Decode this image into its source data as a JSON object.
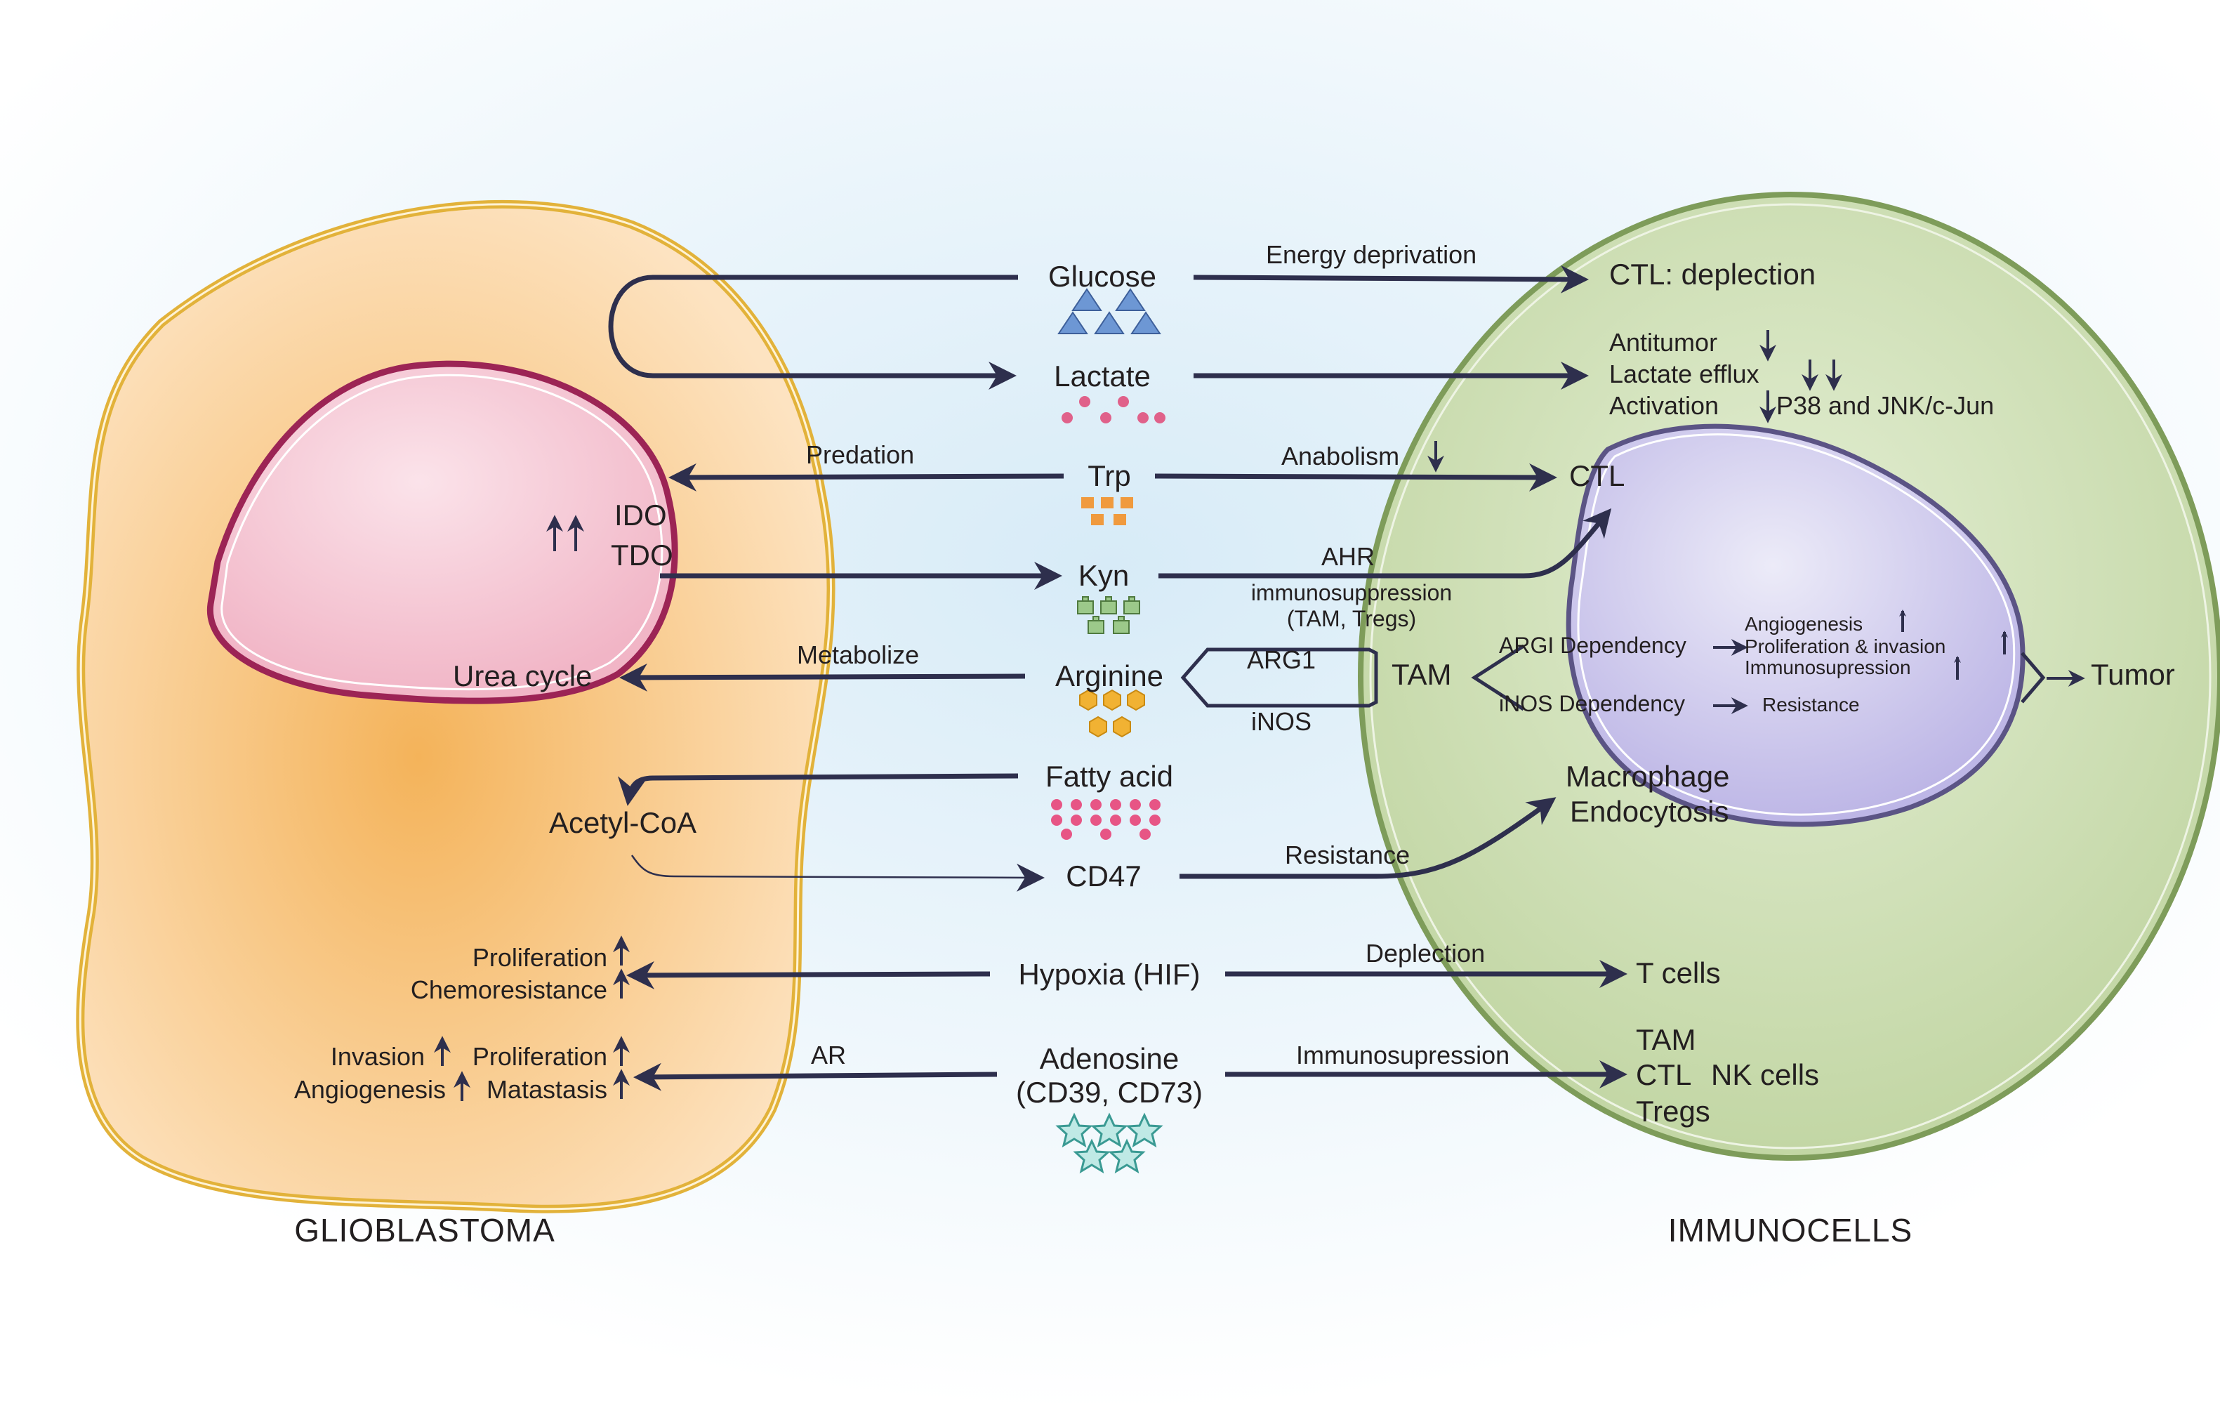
{
  "colors": {
    "background_center": "#d7ebf7",
    "glioblastoma_fill": "#f8c784",
    "glioblastoma_border": "#e2b23a",
    "nucleus_fill": "#f3c1cf",
    "nucleus_border": "#9c2455",
    "immunocell_fill": "#c9dbb0",
    "immunocell_border": "#7e9c5a",
    "tumor_nucleus_fill": "#c9c4ec",
    "arrow": "#2e2f4d",
    "glucose_icon": "#6d97d4",
    "lactate_icon": "#e0618a",
    "trp_icon": "#f09a3e",
    "kyn_icon": "#9cc98a",
    "arginine_icon": "#f1b233",
    "fatty_acid_icon": "#e75585",
    "adenosine_icon": "#7fcfc9"
  },
  "labels": {
    "glioblastoma": "GLIOBLASTOMA",
    "immunocells": "IMMUNOCELLS"
  },
  "metabolites": {
    "glucose": "Glucose",
    "lactate": "Lactate",
    "trp": "Trp",
    "kyn": "Kyn",
    "arginine": "Arginine",
    "fatty_acid": "Fatty acid",
    "cd47": "CD47",
    "hypoxia": "Hypoxia (HIF)",
    "adenosine_line1": "Adenosine",
    "adenosine_line2": "(CD39, CD73)"
  },
  "left_side": {
    "ido": "IDO",
    "tdo": "TDO",
    "predation": "Predation",
    "metabolize": "Metabolize",
    "urea_cycle": "Urea cycle",
    "acetyl_coa": "Acetyl-CoA",
    "proliferation": "Proliferation",
    "chemoresistance": "Chemoresistance",
    "invasion": "Invasion",
    "proliferation2": "Proliferation",
    "angiogenesis": "Angiogenesis",
    "matastasis": "Matastasis",
    "ar": "AR"
  },
  "right_side": {
    "energy_deprivation": "Energy deprivation",
    "ctl_deplection": "CTL: deplection",
    "antitumor": "Antitumor",
    "lactate_efflux": "Lactate efflux",
    "activation": "Activation",
    "p38": "P38 and JNK/c-Jun",
    "anabolism": "Anabolism",
    "ctl": "CTL",
    "ahr": "AHR",
    "immunosuppression": "immunosuppression",
    "tam_tregs": "(TAM, Tregs)",
    "arg1": "ARG1",
    "inos": "iNOS",
    "tam": "TAM",
    "argi_dependency": "ARGI Dependency",
    "inos_dependency": "iNOS Dependency",
    "angiogenesis": "Angiogenesis",
    "proliferation_invasion": "Proliferation & invasion",
    "immunosupression": "Immunosupression",
    "resistance_small": "Resistance",
    "tumor": "Tumor",
    "macrophage": "Macrophage",
    "endocytosis": "Endocytosis",
    "resistance": "Resistance",
    "deplection": "Deplection",
    "t_cells": "T cells",
    "immunosupression2": "Immunosupression",
    "tam2": "TAM",
    "ctl2": "CTL",
    "nk_cells": "NK cells",
    "tregs": "Tregs"
  }
}
